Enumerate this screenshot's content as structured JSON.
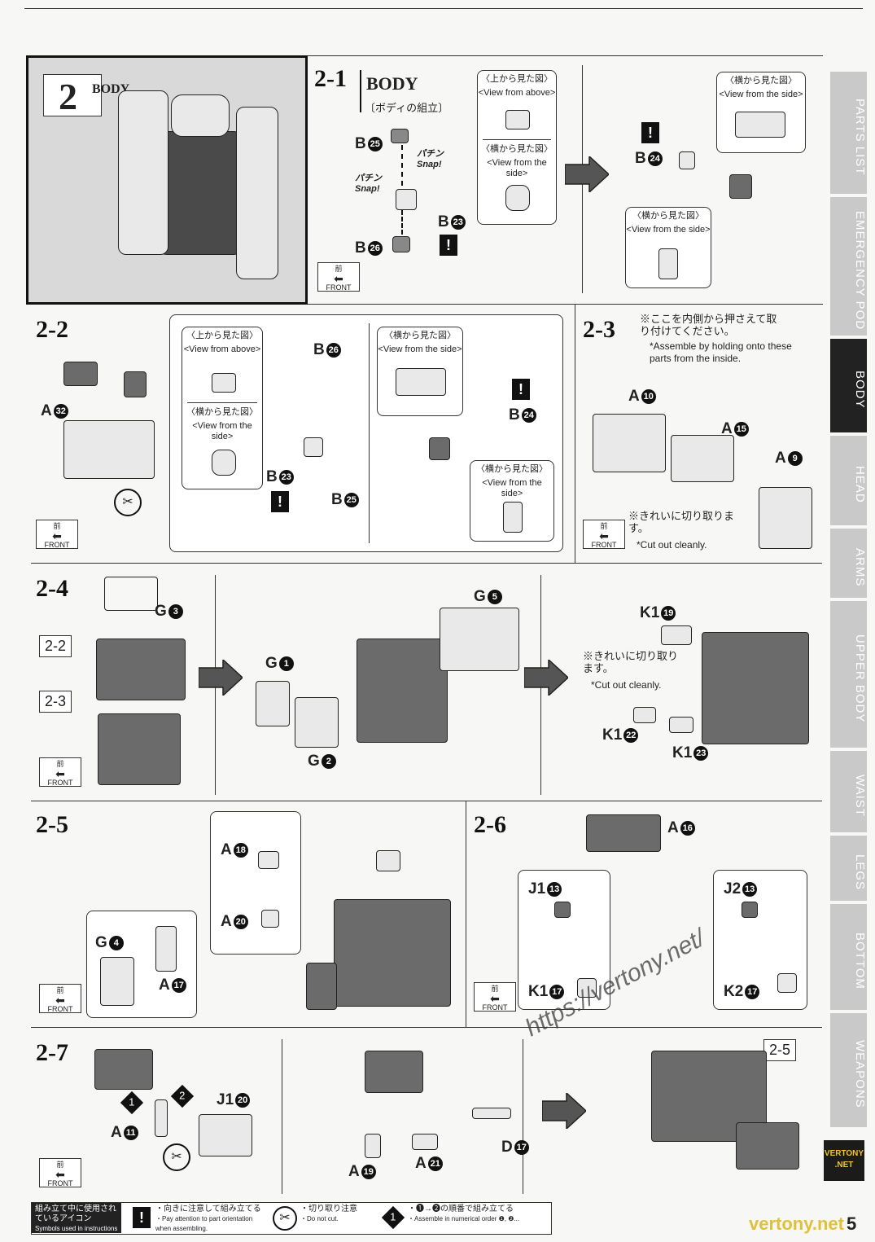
{
  "page_number": "5",
  "sidebar": {
    "tabs": [
      {
        "label": "PARTS LIST",
        "active": false
      },
      {
        "label": "EMERGENCY POD",
        "active": false
      },
      {
        "label": "BODY",
        "active": true
      },
      {
        "label": "HEAD",
        "active": false
      },
      {
        "label": "ARMS",
        "active": false
      },
      {
        "label": "UPPER BODY",
        "active": false
      },
      {
        "label": "WAIST",
        "active": false
      },
      {
        "label": "LEGS",
        "active": false
      },
      {
        "label": "BOTTOM",
        "active": false
      },
      {
        "label": "WEAPONS",
        "active": false
      }
    ]
  },
  "header": {
    "step_num": "2",
    "step_label": "BODY"
  },
  "step_2_1": {
    "num": "2-1",
    "title": "BODY",
    "subtitle": "〔ボディの組立〕",
    "view_above_jp": "〈上から見た図〉",
    "view_above_en": "<View from above>",
    "view_side_jp": "〈横から見た図〉",
    "view_side_en": "<View from the side>",
    "parts": {
      "b25": "B",
      "b26": "B",
      "b23": "B",
      "b24": "B"
    },
    "nums": {
      "b25": "25",
      "b26": "26",
      "b23": "23",
      "b24": "24"
    },
    "snap_jp": "パチン",
    "snap_en": "Snap!"
  },
  "step_2_2": {
    "num": "2-2",
    "a32": "A",
    "n32": "32",
    "b26": "B",
    "n26": "26",
    "b23": "B",
    "n23": "23",
    "b25": "B",
    "n25": "25",
    "b24": "B",
    "n24": "24",
    "view_above_jp": "〈上から見た図〉",
    "view_above_en": "<View from above>",
    "view_side_jp": "〈横から見た図〉",
    "view_side_en": "<View from the side>"
  },
  "step_2_3": {
    "num": "2-3",
    "note_jp": "※ここを内側から押さえて取り付けてください。",
    "note_en": "*Assemble by holding onto these parts from the inside.",
    "a10": "A",
    "n10": "10",
    "a15": "A",
    "n15": "15",
    "a9": "A",
    "n9": "9",
    "cut_jp": "※きれいに切り取ります。",
    "cut_en": "*Cut out cleanly."
  },
  "step_2_4": {
    "num": "2-4",
    "ref1": "2-2",
    "ref2": "2-3",
    "g3": "G",
    "n3": "3",
    "g1": "G",
    "n1": "1",
    "g2": "G",
    "n2": "2",
    "g5": "G",
    "n5": "5",
    "k19": "K1",
    "n19": "19",
    "k22": "K1",
    "n22": "22",
    "k23": "K1",
    "n23": "23",
    "cut_jp": "※きれいに切り取ります。",
    "cut_en": "*Cut out cleanly."
  },
  "step_2_5": {
    "num": "2-5",
    "a18": "A",
    "n18": "18",
    "a20": "A",
    "n20": "20",
    "g4": "G",
    "n4": "4",
    "a17": "A",
    "n17": "17"
  },
  "step_2_6": {
    "num": "2-6",
    "a16": "A",
    "n16": "16",
    "j1": "J1",
    "nj1": "13",
    "j2": "J2",
    "nj2": "13",
    "k1": "K1",
    "nk1": "17",
    "k2": "K2",
    "nk2": "17"
  },
  "step_2_7": {
    "num": "2-7",
    "a11": "A",
    "n11": "11",
    "j1": "J1",
    "n20": "20",
    "a19": "A",
    "n19": "19",
    "a21": "A",
    "n21": "21",
    "d17": "D",
    "nd17": "17",
    "ref": "2-5"
  },
  "front_jp": "前",
  "front_en": "FRONT",
  "watermark": {
    "url": "https://vertony.net/",
    "logo": "VERTONY .NET",
    "footer_url": "vertony.net"
  },
  "legend": {
    "title_jp": "組み立て中に使用されているアイコン",
    "title_en": "Symbols used in instructions",
    "item1_jp": "・向きに注意して組み立てる",
    "item1_en": "・Pay attention to part orientation when assembling.",
    "item2_jp": "・切り取り注意",
    "item2_en": "・Do not cut.",
    "item3_jp": "・❶→❷の順番で組み立てる",
    "item3_en": "・Assemble in numerical order ❶, ❷..."
  }
}
